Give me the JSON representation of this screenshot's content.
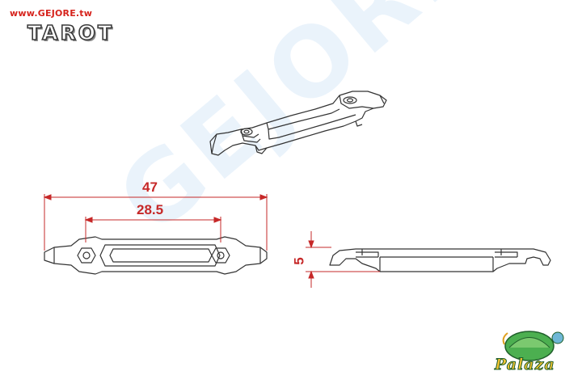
{
  "header": {
    "site_url": "www.GEJORE.tw",
    "brand": "TAROT"
  },
  "watermark": {
    "text": "GEJORE TAROT"
  },
  "dimensions": {
    "overall_length": "47",
    "hole_spacing": "28.5",
    "height": "5"
  },
  "footer": {
    "logo_text": "Palaza"
  },
  "colors": {
    "dimension": "#c62828",
    "watermark": "#3b8fe0",
    "url": "#d6231c",
    "outline": "#333333"
  }
}
